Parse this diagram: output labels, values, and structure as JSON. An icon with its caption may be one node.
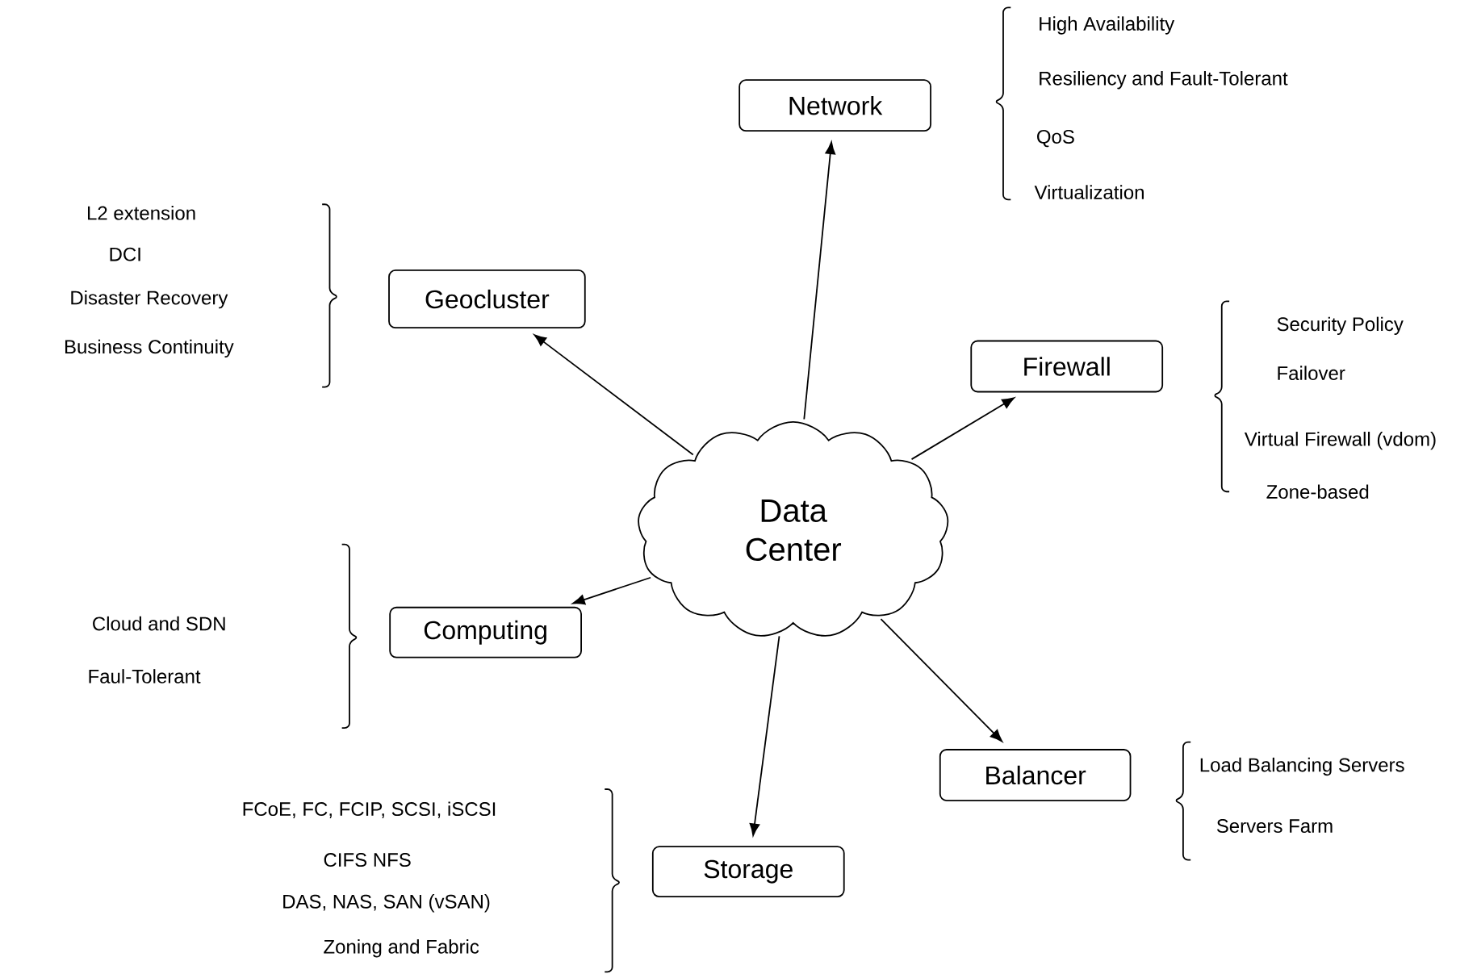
{
  "diagram": {
    "nodes": [
      {
        "text": [
          "Data Center"
        ]
      },
      {
        "text": [
          "Network"
        ]
      },
      {
        "text": [
          "Geocluster"
        ]
      },
      {
        "text": [
          "Firewall"
        ]
      },
      {
        "text": [
          "Computing"
        ]
      },
      {
        "text": [
          "Balancer"
        ]
      },
      {
        "text": [
          "Storage"
        ]
      }
    ],
    "edges": [
      {
        "from": 0,
        "to": 1,
        "arrow": "to"
      },
      {
        "from": 0,
        "to": 2,
        "arrow": "to"
      },
      {
        "from": 0,
        "to": 3,
        "arrow": "to"
      },
      {
        "from": 0,
        "to": 4,
        "arrow": "to"
      },
      {
        "from": 0,
        "to": 5,
        "arrow": "to"
      },
      {
        "from": 0,
        "to": 6,
        "arrow": "to"
      }
    ],
    "labels": [
      "High Availability",
      "Resiliency and Fault-Tolerant",
      "QoS",
      "Virtualization",
      "L2 extension",
      "DCI",
      "Disaster Recovery",
      "Business Continuity",
      "Security Policy",
      "Failover",
      "Virtual Firewall (vdom)",
      "Zone-based",
      "Cloud and SDN",
      "Faul-Tolerant",
      "Load Balancing Servers",
      "Servers Farm",
      "FCoE, FC, FCIP, SCSI, iSCSI",
      "CIFS NFS",
      "DAS, NAS, SAN (vSAN)",
      "Zoning and Fabric"
    ]
  }
}
